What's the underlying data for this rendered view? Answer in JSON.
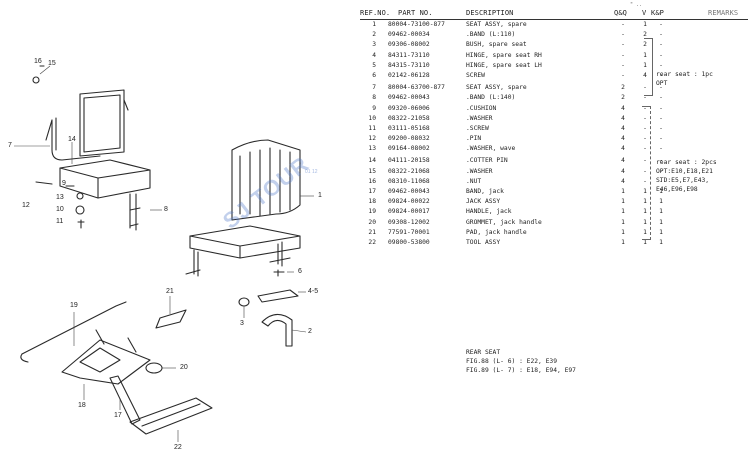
{
  "header": {
    "ref": "REF.NO.",
    "part": "PART NO.",
    "desc": "DESCRIPTION",
    "qq": "Q&Q",
    "v": "V",
    "kp": "K&P",
    "remarks": "REMARKS",
    "corner_mark": "\" .."
  },
  "rows": [
    {
      "ref": "1",
      "part": "80004-73100-877",
      "desc": "SEAT ASSY, spare",
      "qq": "-",
      "v": "1",
      "kp": "-"
    },
    {
      "ref": "2",
      "part": "09462-00034",
      "desc": ".BAND (L:110)",
      "qq": "-",
      "v": "2",
      "kp": "-"
    },
    {
      "ref": "3",
      "part": "09306-08002",
      "desc": "BUSH, spare seat",
      "qq": "-",
      "v": "2",
      "kp": "-"
    },
    {
      "ref": "4",
      "part": "84311-73110",
      "desc": "HINGE, spare seat RH",
      "qq": "-",
      "v": "1",
      "kp": "-"
    },
    {
      "ref": "5",
      "part": "84315-73110",
      "desc": "HINGE, spare seat LH",
      "qq": "-",
      "v": "1",
      "kp": "-"
    },
    {
      "ref": "6",
      "part": "02142-06128",
      "desc": "SCREW",
      "qq": "-",
      "v": "4",
      "kp": "-"
    },
    {
      "ref": "7",
      "part": "80004-63700-877",
      "desc": "SEAT ASSY, spare",
      "qq": "2",
      "v": "-",
      "kp": "-"
    },
    {
      "ref": "8",
      "part": "09462-00043",
      "desc": ".BAND (L:140)",
      "qq": "2",
      "v": "-",
      "kp": "-"
    },
    {
      "ref": "9",
      "part": "09320-06006",
      "desc": ".CUSHION",
      "qq": "4",
      "v": "-",
      "kp": "-"
    },
    {
      "ref": "10",
      "part": "08322-21058",
      "desc": ".WASHER",
      "qq": "4",
      "v": "-",
      "kp": "-"
    },
    {
      "ref": "11",
      "part": "03111-05168",
      "desc": ".SCREW",
      "qq": "4",
      "v": "-",
      "kp": "-"
    },
    {
      "ref": "12",
      "part": "09200-08032",
      "desc": ".PIN",
      "qq": "4",
      "v": "-",
      "kp": "-"
    },
    {
      "ref": "13",
      "part": "09164-08002",
      "desc": ".WASHER, wave",
      "qq": "4",
      "v": "-",
      "kp": "-"
    },
    {
      "ref": "14",
      "part": "04111-20158",
      "desc": ".COTTER PIN",
      "qq": "4",
      "v": "-",
      "kp": "-"
    },
    {
      "ref": "15",
      "part": "08322-21068",
      "desc": ".WASHER",
      "qq": "4",
      "v": "-",
      "kp": "-"
    },
    {
      "ref": "16",
      "part": "08310-11068",
      "desc": ".NUT",
      "qq": "4",
      "v": "-",
      "kp": "-"
    },
    {
      "ref": "17",
      "part": "09462-00043",
      "desc": "BAND, jack",
      "qq": "1",
      "v": "1",
      "kp": "1"
    },
    {
      "ref": "18",
      "part": "09824-00022",
      "desc": "JACK ASSY",
      "qq": "1",
      "v": "1",
      "kp": "1"
    },
    {
      "ref": "19",
      "part": "09824-00017",
      "desc": "HANDLE, jack",
      "qq": "1",
      "v": "1",
      "kp": "1"
    },
    {
      "ref": "20",
      "part": "09308-12002",
      "desc": "GROMMET, jack handle",
      "qq": "1",
      "v": "1",
      "kp": "1"
    },
    {
      "ref": "21",
      "part": "77591-70001",
      "desc": "PAD, jack handle",
      "qq": "1",
      "v": "1",
      "kp": "1"
    },
    {
      "ref": "22",
      "part": "09800-53800",
      "desc": "TOOL ASSY",
      "qq": "1",
      "v": "1",
      "kp": "1"
    }
  ],
  "remarks": {
    "group1": [
      "rear seat : 1pc",
      "OPT"
    ],
    "group2": [
      "rear seat : 2pcs",
      "OPT:E10,E18,E21",
      "STD:E5,E7,E43,",
      "E46,E96,E98"
    ]
  },
  "footer": {
    "title": "REAR SEAT",
    "lines": [
      "FIG.88 (L- 6) : E22, E39",
      "FIG.89 (L- 7) : E18, E94, E97"
    ]
  },
  "callouts": {
    "c1": "1",
    "c2": "2",
    "c3": "3",
    "c45": "4-5",
    "c6": "6",
    "c7": "7",
    "c8": "8",
    "c9": "9",
    "c10": "10",
    "c11": "11",
    "c12": "12",
    "c13": "13",
    "c14": "14",
    "c15": "15",
    "c16": "16",
    "c17": "17",
    "c18": "18",
    "c19": "19",
    "c20": "20",
    "c21": "21",
    "c22": "22"
  },
  "watermark": "SJ TOUR",
  "watermark_small": "01 12"
}
